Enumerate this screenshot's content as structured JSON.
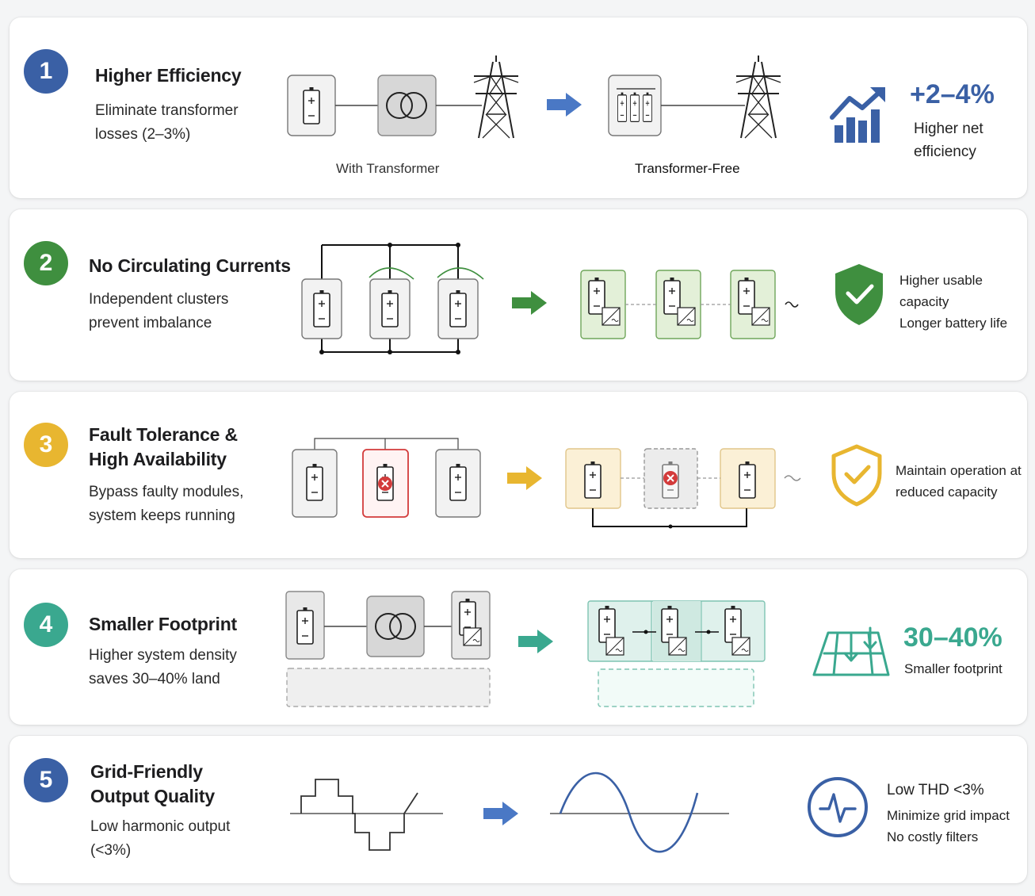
{
  "colors": {
    "blue": "#3a60a5",
    "green": "#3f8f3f",
    "yellow": "#e8b630",
    "teal": "#3aa88f",
    "arrow_blue": "#4a78c5",
    "red": "#d33b3b"
  },
  "rows": [
    {
      "number": "1",
      "title": "Higher Efficiency",
      "description": "Eliminate transformer losses (2–3%)",
      "caption_left": "With Transformer",
      "caption_right": "Transformer-Free",
      "metric": "+2–4%",
      "benefit": "Higher net efficiency",
      "icon": "growth-chart-icon"
    },
    {
      "number": "2",
      "title": "No Circulating Currents",
      "description": "Independent clusters prevent imbalance",
      "benefit_lines": [
        "Higher usable capacity",
        "Longer battery life"
      ],
      "icon": "shield-check-icon"
    },
    {
      "number": "3",
      "title": "Fault Tolerance & High Availability",
      "description": "Bypass faulty modules, system keeps running",
      "benefit": "Maintain operation at reduced capacity",
      "icon": "shield-outline-check-icon"
    },
    {
      "number": "4",
      "title": "Smaller Footprint",
      "description": "Higher system density saves 30–40% land",
      "metric": "30–40%",
      "benefit": "Smaller footprint",
      "icon": "footprint-shrink-icon"
    },
    {
      "number": "5",
      "title": "Grid-Friendly Output Quality",
      "description": "Low harmonic output (<3%)",
      "metric": "Low THD <3%",
      "benefit_lines": [
        "Minimize grid impact",
        "No costly filters"
      ],
      "icon": "waveform-circle-icon"
    }
  ]
}
